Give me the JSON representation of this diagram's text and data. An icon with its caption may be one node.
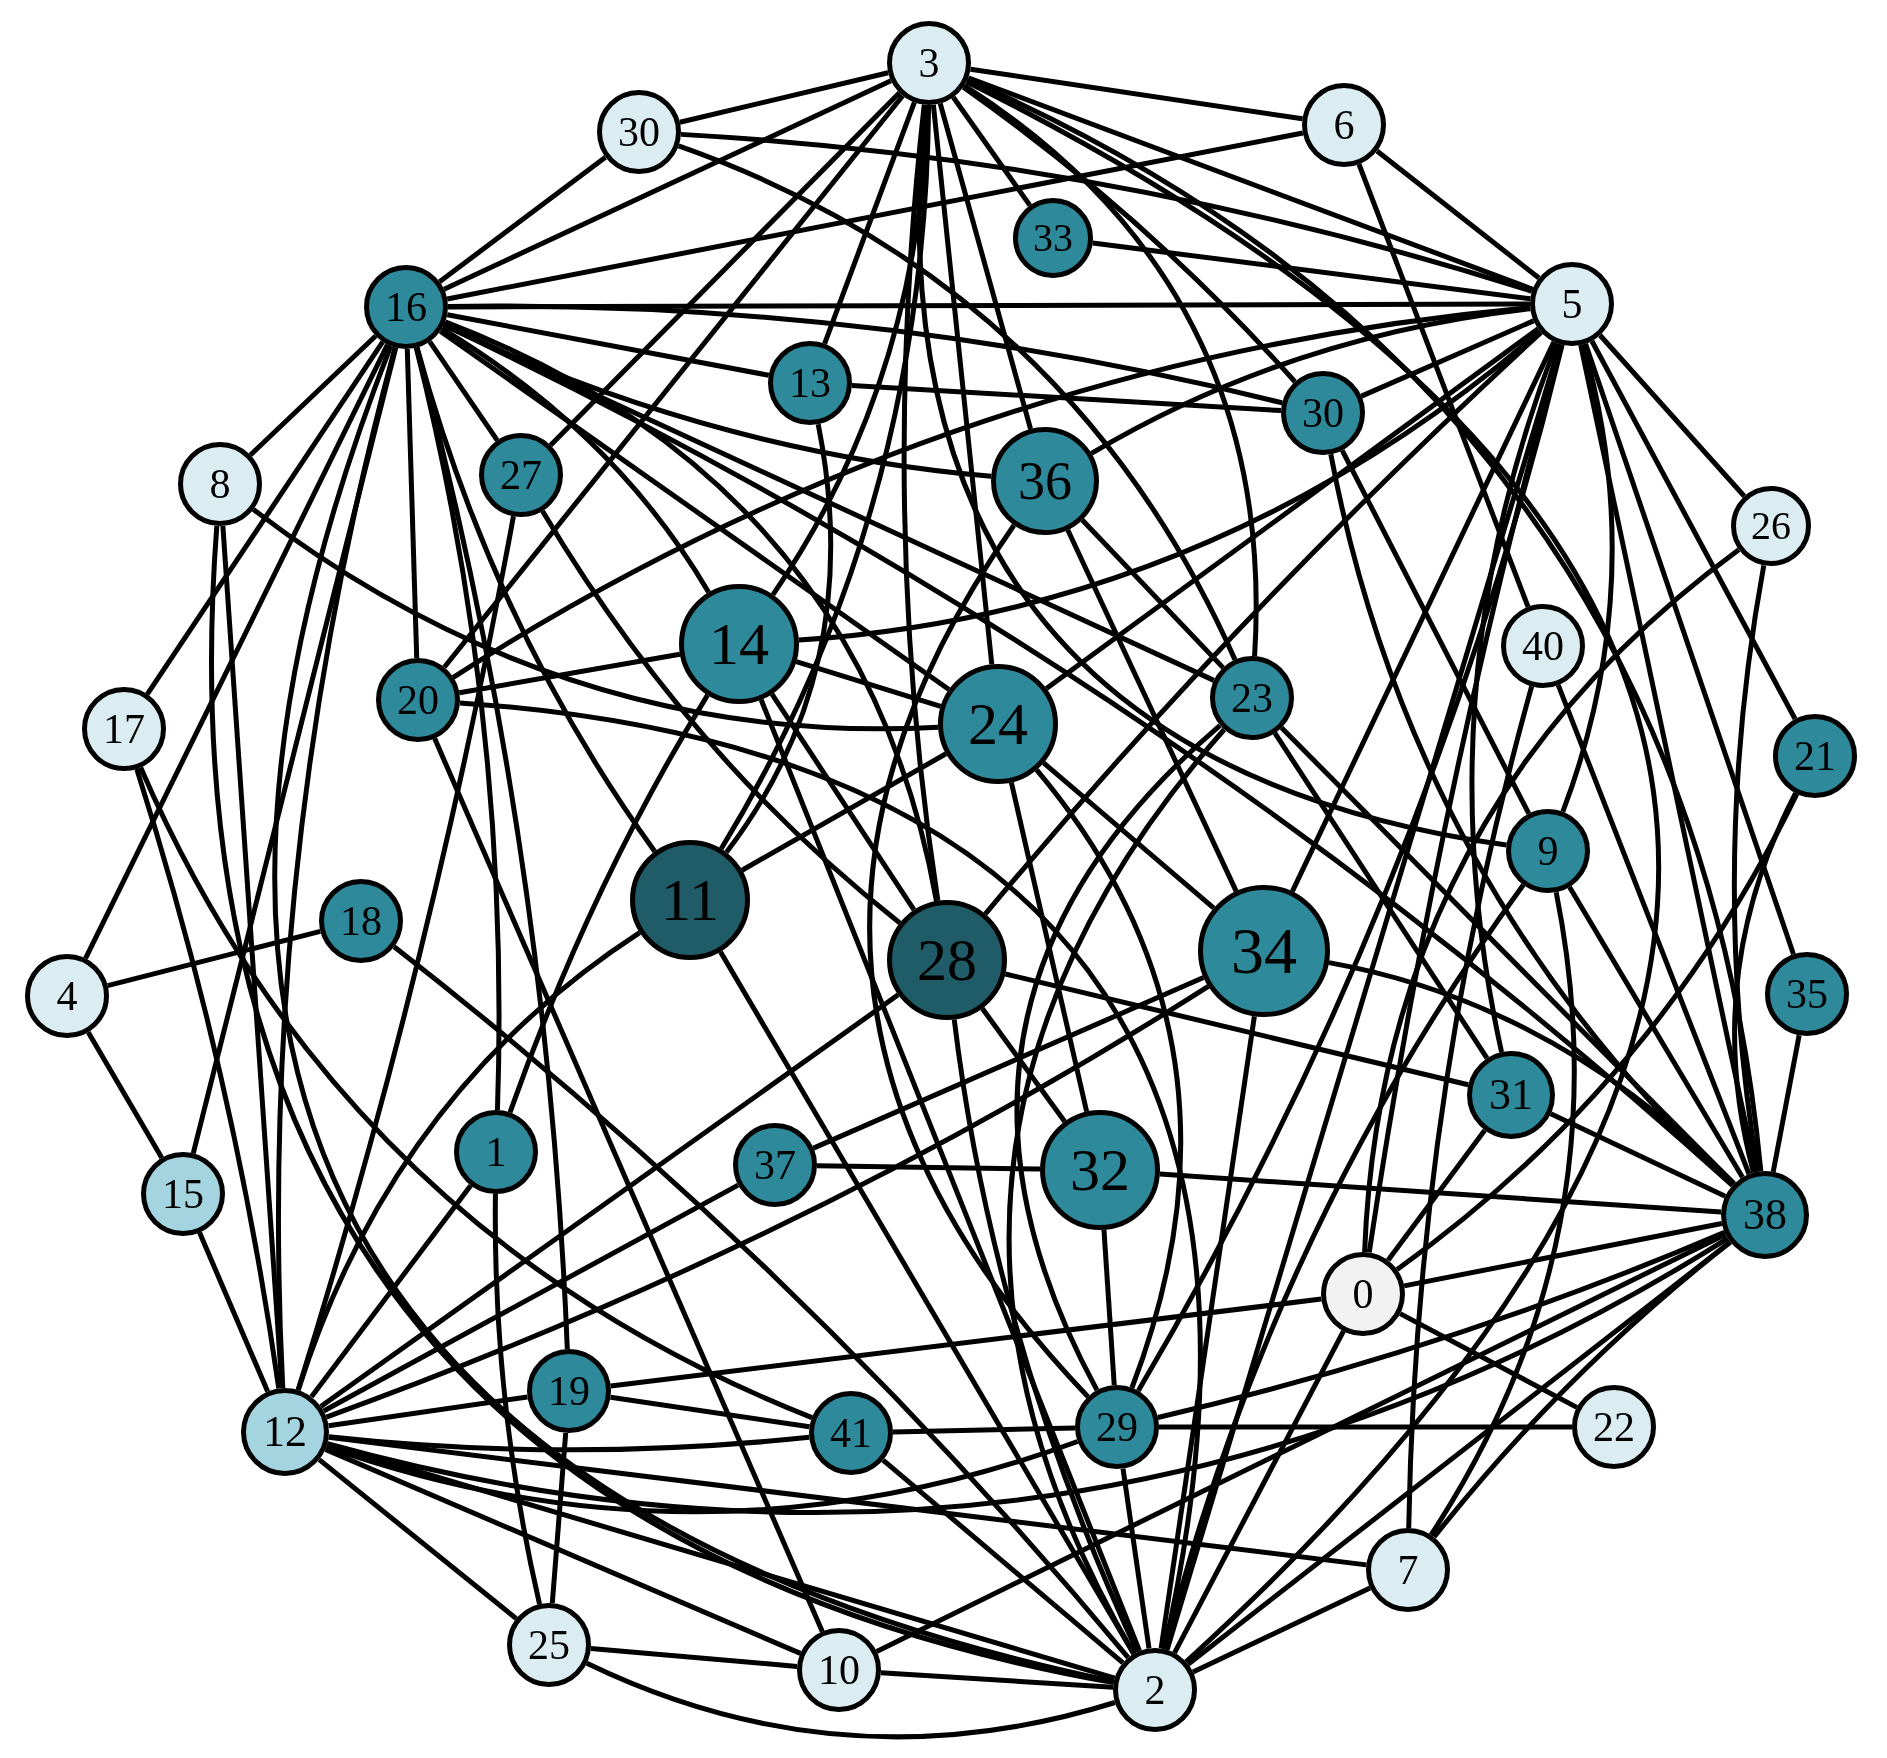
{
  "diagram": {
    "nodes": [
      {
        "text": [
          "3"
        ]
      },
      {
        "text": [
          "30"
        ]
      },
      {
        "text": [
          "6"
        ]
      },
      {
        "text": [
          "33"
        ]
      },
      {
        "text": [
          "16"
        ]
      },
      {
        "text": [
          "5"
        ]
      },
      {
        "text": [
          "13"
        ]
      },
      {
        "text": [
          "30"
        ]
      },
      {
        "text": [
          "8"
        ]
      },
      {
        "text": [
          "27"
        ]
      },
      {
        "text": [
          "36"
        ]
      },
      {
        "text": [
          "26"
        ]
      },
      {
        "text": [
          "14"
        ]
      },
      {
        "text": [
          "40"
        ]
      },
      {
        "text": [
          "17"
        ]
      },
      {
        "text": [
          "20"
        ]
      },
      {
        "text": [
          "24"
        ]
      },
      {
        "text": [
          "23"
        ]
      },
      {
        "text": [
          "21"
        ]
      },
      {
        "text": [
          "9"
        ]
      },
      {
        "text": [
          "11"
        ]
      },
      {
        "text": [
          "28"
        ]
      },
      {
        "text": [
          "34"
        ]
      },
      {
        "text": [
          "18"
        ]
      },
      {
        "text": [
          "4"
        ]
      },
      {
        "text": [
          "35"
        ]
      },
      {
        "text": [
          "1"
        ]
      },
      {
        "text": [
          "31"
        ]
      },
      {
        "text": [
          "37"
        ]
      },
      {
        "text": [
          "32"
        ]
      },
      {
        "text": [
          "15"
        ]
      },
      {
        "text": [
          "38"
        ]
      },
      {
        "text": [
          "0"
        ]
      },
      {
        "text": [
          "19"
        ]
      },
      {
        "text": [
          "12"
        ]
      },
      {
        "text": [
          "41"
        ]
      },
      {
        "text": [
          "29"
        ]
      },
      {
        "text": [
          "22"
        ]
      },
      {
        "text": [
          "7"
        ]
      },
      {
        "text": [
          "25"
        ]
      },
      {
        "text": [
          "10"
        ]
      },
      {
        "text": [
          "2"
        ]
      }
    ],
    "edges": [
      {
        "from": 0,
        "to": 1,
        "arrow": "none"
      },
      {
        "from": 0,
        "to": 2,
        "arrow": "none"
      },
      {
        "from": 0,
        "to": 5,
        "arrow": "none"
      },
      {
        "from": 0,
        "to": 4,
        "arrow": "none"
      },
      {
        "from": 0,
        "to": 3,
        "arrow": "none"
      },
      {
        "from": 0,
        "to": 7,
        "arrow": "none"
      },
      {
        "from": 0,
        "to": 31,
        "arrow": "none"
      },
      {
        "from": 0,
        "to": 6,
        "arrow": "none"
      },
      {
        "from": 0,
        "to": 12,
        "arrow": "none"
      },
      {
        "from": 0,
        "to": 20,
        "arrow": "none"
      },
      {
        "from": 0,
        "to": 21,
        "arrow": "none"
      },
      {
        "from": 0,
        "to": 16,
        "arrow": "none"
      },
      {
        "from": 0,
        "to": 17,
        "arrow": "none"
      },
      {
        "from": 0,
        "to": 9,
        "arrow": "none"
      },
      {
        "from": 0,
        "to": 15,
        "arrow": "none"
      },
      {
        "from": 0,
        "to": 19,
        "arrow": "none"
      },
      {
        "from": 0,
        "to": 41,
        "arrow": "none"
      },
      {
        "from": 0,
        "to": 10,
        "arrow": "none"
      },
      {
        "from": 1,
        "to": 4,
        "arrow": "none"
      },
      {
        "from": 1,
        "to": 5,
        "arrow": "none"
      },
      {
        "from": 1,
        "to": 17,
        "arrow": "none"
      },
      {
        "from": 2,
        "to": 5,
        "arrow": "none"
      },
      {
        "from": 2,
        "to": 13,
        "arrow": "none"
      },
      {
        "from": 2,
        "to": 4,
        "arrow": "none"
      },
      {
        "from": 4,
        "to": 5,
        "arrow": "none"
      },
      {
        "from": 4,
        "to": 6,
        "arrow": "none"
      },
      {
        "from": 4,
        "to": 7,
        "arrow": "none"
      },
      {
        "from": 4,
        "to": 9,
        "arrow": "none"
      },
      {
        "from": 4,
        "to": 12,
        "arrow": "none"
      },
      {
        "from": 4,
        "to": 20,
        "arrow": "none"
      },
      {
        "from": 4,
        "to": 34,
        "arrow": "none"
      },
      {
        "from": 4,
        "to": 26,
        "arrow": "none"
      },
      {
        "from": 4,
        "to": 8,
        "arrow": "none"
      },
      {
        "from": 4,
        "to": 14,
        "arrow": "none"
      },
      {
        "from": 4,
        "to": 24,
        "arrow": "none"
      },
      {
        "from": 4,
        "to": 30,
        "arrow": "none"
      },
      {
        "from": 4,
        "to": 17,
        "arrow": "none"
      },
      {
        "from": 4,
        "to": 21,
        "arrow": "none"
      },
      {
        "from": 4,
        "to": 41,
        "arrow": "none"
      },
      {
        "from": 4,
        "to": 10,
        "arrow": "none"
      },
      {
        "from": 4,
        "to": 31,
        "arrow": "none"
      },
      {
        "from": 4,
        "to": 16,
        "arrow": "none"
      },
      {
        "from": 4,
        "to": 33,
        "arrow": "none"
      },
      {
        "from": 4,
        "to": 15,
        "arrow": "none"
      },
      {
        "from": 5,
        "to": 3,
        "arrow": "none"
      },
      {
        "from": 5,
        "to": 7,
        "arrow": "none"
      },
      {
        "from": 5,
        "to": 10,
        "arrow": "none"
      },
      {
        "from": 5,
        "to": 16,
        "arrow": "none"
      },
      {
        "from": 5,
        "to": 21,
        "arrow": "none"
      },
      {
        "from": 5,
        "to": 22,
        "arrow": "none"
      },
      {
        "from": 5,
        "to": 36,
        "arrow": "none"
      },
      {
        "from": 5,
        "to": 41,
        "arrow": "none"
      },
      {
        "from": 5,
        "to": 31,
        "arrow": "none"
      },
      {
        "from": 5,
        "to": 18,
        "arrow": "none"
      },
      {
        "from": 5,
        "to": 25,
        "arrow": "none"
      },
      {
        "from": 5,
        "to": 27,
        "arrow": "none"
      },
      {
        "from": 5,
        "to": 19,
        "arrow": "none"
      },
      {
        "from": 5,
        "to": 32,
        "arrow": "none"
      },
      {
        "from": 5,
        "to": 11,
        "arrow": "none"
      },
      {
        "from": 5,
        "to": 12,
        "arrow": "none"
      },
      {
        "from": 5,
        "to": 15,
        "arrow": "none"
      },
      {
        "from": 6,
        "to": 20,
        "arrow": "none"
      },
      {
        "from": 6,
        "to": 7,
        "arrow": "none"
      },
      {
        "from": 7,
        "to": 19,
        "arrow": "none"
      },
      {
        "from": 7,
        "to": 31,
        "arrow": "none"
      },
      {
        "from": 8,
        "to": 16,
        "arrow": "none"
      },
      {
        "from": 8,
        "to": 34,
        "arrow": "none"
      },
      {
        "from": 8,
        "to": 41,
        "arrow": "none"
      },
      {
        "from": 9,
        "to": 21,
        "arrow": "none"
      },
      {
        "from": 9,
        "to": 34,
        "arrow": "none"
      },
      {
        "from": 10,
        "to": 22,
        "arrow": "none"
      },
      {
        "from": 10,
        "to": 36,
        "arrow": "none"
      },
      {
        "from": 10,
        "to": 17,
        "arrow": "none"
      },
      {
        "from": 12,
        "to": 16,
        "arrow": "none"
      },
      {
        "from": 12,
        "to": 26,
        "arrow": "none"
      },
      {
        "from": 12,
        "to": 21,
        "arrow": "none"
      },
      {
        "from": 12,
        "to": 15,
        "arrow": "none"
      },
      {
        "from": 12,
        "to": 41,
        "arrow": "none"
      },
      {
        "from": 11,
        "to": 31,
        "arrow": "none"
      },
      {
        "from": 11,
        "to": 32,
        "arrow": "none"
      },
      {
        "from": 13,
        "to": 31,
        "arrow": "none"
      },
      {
        "from": 13,
        "to": 38,
        "arrow": "none"
      },
      {
        "from": 14,
        "to": 35,
        "arrow": "none"
      },
      {
        "from": 14,
        "to": 34,
        "arrow": "none"
      },
      {
        "from": 15,
        "to": 40,
        "arrow": "none"
      },
      {
        "from": 15,
        "to": 41,
        "arrow": "none"
      },
      {
        "from": 16,
        "to": 20,
        "arrow": "none"
      },
      {
        "from": 16,
        "to": 36,
        "arrow": "none"
      },
      {
        "from": 16,
        "to": 29,
        "arrow": "none"
      },
      {
        "from": 16,
        "to": 22,
        "arrow": "none"
      },
      {
        "from": 17,
        "to": 31,
        "arrow": "none"
      },
      {
        "from": 17,
        "to": 27,
        "arrow": "none"
      },
      {
        "from": 17,
        "to": 36,
        "arrow": "none"
      },
      {
        "from": 17,
        "to": 41,
        "arrow": "none"
      },
      {
        "from": 18,
        "to": 31,
        "arrow": "none"
      },
      {
        "from": 18,
        "to": 32,
        "arrow": "none"
      },
      {
        "from": 19,
        "to": 31,
        "arrow": "none"
      },
      {
        "from": 19,
        "to": 41,
        "arrow": "none"
      },
      {
        "from": 20,
        "to": 41,
        "arrow": "none"
      },
      {
        "from": 20,
        "to": 34,
        "arrow": "none"
      },
      {
        "from": 21,
        "to": 29,
        "arrow": "none"
      },
      {
        "from": 21,
        "to": 34,
        "arrow": "none"
      },
      {
        "from": 21,
        "to": 27,
        "arrow": "none"
      },
      {
        "from": 21,
        "to": 41,
        "arrow": "none"
      },
      {
        "from": 22,
        "to": 31,
        "arrow": "none"
      },
      {
        "from": 22,
        "to": 28,
        "arrow": "none"
      },
      {
        "from": 22,
        "to": 34,
        "arrow": "none"
      },
      {
        "from": 22,
        "to": 41,
        "arrow": "none"
      },
      {
        "from": 23,
        "to": 24,
        "arrow": "none"
      },
      {
        "from": 23,
        "to": 41,
        "arrow": "none"
      },
      {
        "from": 24,
        "to": 30,
        "arrow": "none"
      },
      {
        "from": 25,
        "to": 31,
        "arrow": "none"
      },
      {
        "from": 26,
        "to": 34,
        "arrow": "none"
      },
      {
        "from": 26,
        "to": 39,
        "arrow": "none"
      },
      {
        "from": 27,
        "to": 31,
        "arrow": "none"
      },
      {
        "from": 27,
        "to": 32,
        "arrow": "none"
      },
      {
        "from": 28,
        "to": 29,
        "arrow": "none"
      },
      {
        "from": 28,
        "to": 34,
        "arrow": "none"
      },
      {
        "from": 29,
        "to": 31,
        "arrow": "none"
      },
      {
        "from": 29,
        "to": 36,
        "arrow": "none"
      },
      {
        "from": 30,
        "to": 34,
        "arrow": "none"
      },
      {
        "from": 31,
        "to": 34,
        "arrow": "none"
      },
      {
        "from": 31,
        "to": 32,
        "arrow": "none"
      },
      {
        "from": 31,
        "to": 40,
        "arrow": "none"
      },
      {
        "from": 31,
        "to": 41,
        "arrow": "none"
      },
      {
        "from": 31,
        "to": 36,
        "arrow": "none"
      },
      {
        "from": 31,
        "to": 38,
        "arrow": "none"
      },
      {
        "from": 32,
        "to": 33,
        "arrow": "none"
      },
      {
        "from": 32,
        "to": 37,
        "arrow": "none"
      },
      {
        "from": 32,
        "to": 41,
        "arrow": "none"
      },
      {
        "from": 33,
        "to": 34,
        "arrow": "none"
      },
      {
        "from": 33,
        "to": 39,
        "arrow": "none"
      },
      {
        "from": 33,
        "to": 35,
        "arrow": "none"
      },
      {
        "from": 34,
        "to": 35,
        "arrow": "none"
      },
      {
        "from": 34,
        "to": 36,
        "arrow": "none"
      },
      {
        "from": 34,
        "to": 39,
        "arrow": "none"
      },
      {
        "from": 34,
        "to": 40,
        "arrow": "none"
      },
      {
        "from": 34,
        "to": 41,
        "arrow": "none"
      },
      {
        "from": 34,
        "to": 38,
        "arrow": "none"
      },
      {
        "from": 35,
        "to": 36,
        "arrow": "none"
      },
      {
        "from": 35,
        "to": 41,
        "arrow": "none"
      },
      {
        "from": 36,
        "to": 37,
        "arrow": "none"
      },
      {
        "from": 36,
        "to": 41,
        "arrow": "none"
      },
      {
        "from": 38,
        "to": 41,
        "arrow": "none"
      },
      {
        "from": 38,
        "to": 19,
        "arrow": "none"
      },
      {
        "from": 39,
        "to": 40,
        "arrow": "none"
      },
      {
        "from": 39,
        "to": 41,
        "arrow": "none"
      },
      {
        "from": 40,
        "to": 41,
        "arrow": "none"
      }
    ]
  }
}
